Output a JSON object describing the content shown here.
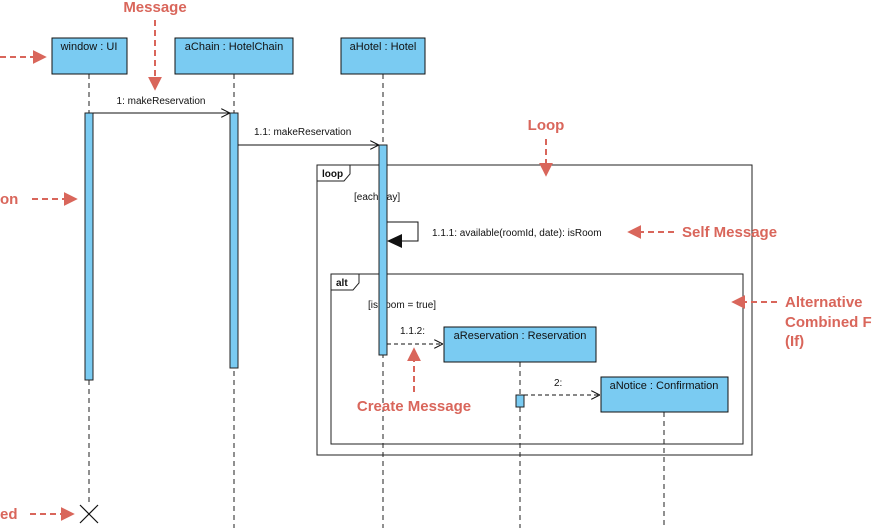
{
  "colors": {
    "annotation": "#d9665b",
    "box_fill": "#7acbf2",
    "box_stroke": "#111111"
  },
  "lifelines": [
    {
      "label": "window : UI"
    },
    {
      "label": "aChain : HotelChain"
    },
    {
      "label": "aHotel : Hotel"
    }
  ],
  "created_objects": [
    {
      "label": "aReservation : Reservation"
    },
    {
      "label": "aNotice : Confirmation"
    }
  ],
  "messages": [
    {
      "label": "1: makeReservation"
    },
    {
      "label": "1.1: makeReservation"
    },
    {
      "label": "1.1.1: available(roomId, date): isRoom"
    },
    {
      "label": "1.1.2:"
    },
    {
      "label": "2:"
    }
  ],
  "fragments": {
    "loop": {
      "tag": "loop",
      "guard": "[each day]"
    },
    "alt": {
      "tag": "alt",
      "guard": "[isRoom = true]"
    }
  },
  "annotations": {
    "message": "Message",
    "loop": "Loop",
    "self_message": "Self Message",
    "alternative_line1": "Alternative",
    "alternative_line2": "Combined F",
    "alternative_line3": "(If)",
    "create_message": "Create Message",
    "activation_partial": "on",
    "destroyed_partial": "ed"
  }
}
